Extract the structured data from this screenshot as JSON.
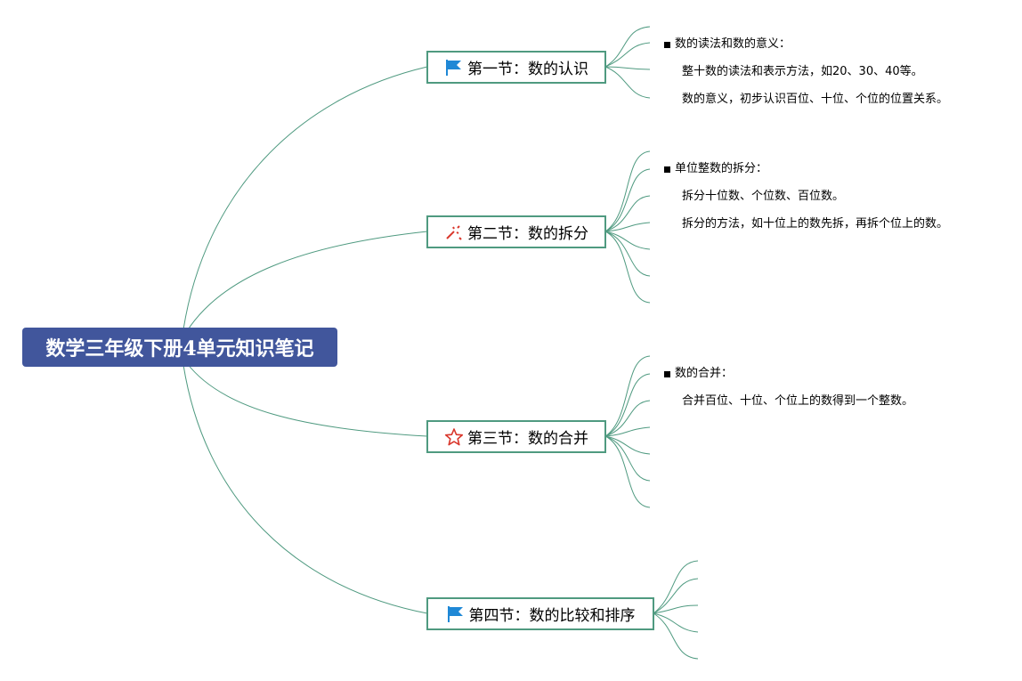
{
  "root": {
    "title": "数学三年级下册4单元知识笔记"
  },
  "sections": [
    {
      "label": "第一节：数的认识",
      "icon": "blue-flag-icon",
      "notes": {
        "heading": "数的读法和数的意义：",
        "items": [
          "整十数的读法和表示方法，如20、30、40等。",
          "数的意义，初步认识百位、十位、个位的位置关系。"
        ]
      }
    },
    {
      "label": "第二节：数的拆分",
      "icon": "wand-sparkle-icon",
      "notes": {
        "heading": "单位整数的拆分：",
        "items": [
          "拆分十位数、个位数、百位数。",
          "拆分的方法，如十位上的数先拆，再拆个位上的数。"
        ]
      }
    },
    {
      "label": "第三节：数的合并",
      "icon": "red-star-icon",
      "notes": {
        "heading": "数的合并：",
        "items": [
          "合并百位、十位、个位上的数得到一个整数。"
        ]
      }
    },
    {
      "label": "第四节：数的比较和排序",
      "icon": "blue-flag-icon",
      "notes": {
        "heading": "",
        "items": []
      }
    }
  ],
  "colors": {
    "root_bg": "#41569c",
    "connector": "#4f9a80",
    "flag": "#1f88d6",
    "star": "#d9362b"
  }
}
